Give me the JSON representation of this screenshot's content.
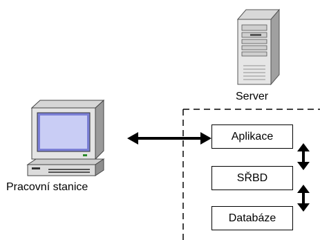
{
  "workstation": {
    "label": "Pracovní stanice"
  },
  "server": {
    "label": "Server",
    "layers": [
      {
        "label": "Aplikace"
      },
      {
        "label": "SŘBD"
      },
      {
        "label": "Databáze"
      }
    ]
  }
}
